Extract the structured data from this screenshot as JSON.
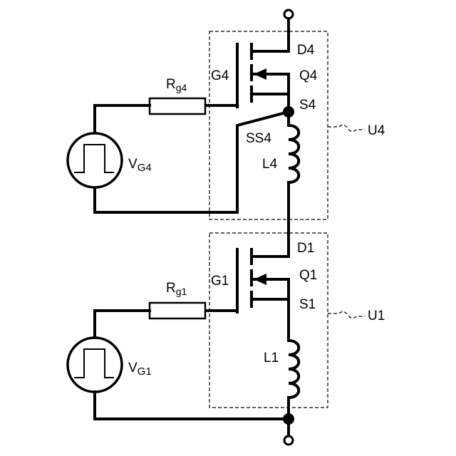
{
  "labels": {
    "d4": "D4",
    "q4": "Q4",
    "s4": "S4",
    "g4": "G4",
    "ss4": "SS4",
    "l4": "L4",
    "u4": "U4",
    "rg4_main": "R",
    "rg4_sub": "g4",
    "vg4_main": "V",
    "vg4_sub": "G4",
    "d1": "D1",
    "q1": "Q1",
    "s1": "S1",
    "g1": "G1",
    "l1": "L1",
    "u1": "U1",
    "rg1_main": "R",
    "rg1_sub": "g1",
    "vg1_main": "V",
    "vg1_sub": "G1"
  },
  "colors": {
    "line": "#000000",
    "background": "#ffffff"
  }
}
